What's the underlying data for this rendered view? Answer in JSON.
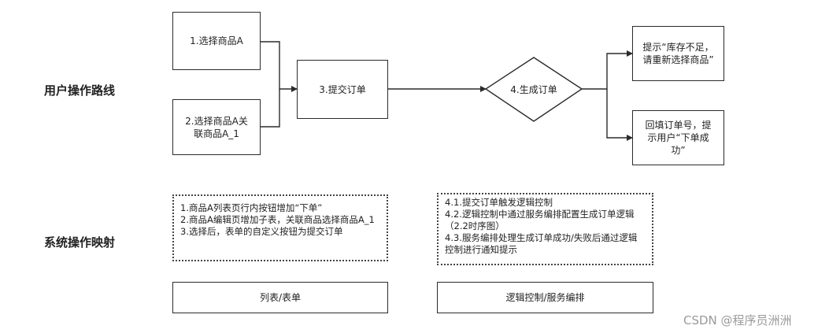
{
  "labels": {
    "user_route": "用户操作路线",
    "system_mapping": "系统操作映射"
  },
  "nodes": {
    "select_a": "1.选择商品A",
    "select_a_related": "2.选择商品A关联商品A_1",
    "submit_order": "3.提交订单",
    "generate_order": "4.生成订单",
    "out_of_stock": "提示“库存不足，请重新选择商品”",
    "fill_order_no": "回填订单号，提示用户“下单成功”"
  },
  "notes": {
    "list_form": [
      "1.商品A列表页行内按钮增加“下单”",
      "2.商品A编辑页增加子表，关联商品选择商品A_1",
      "3.选择后，表单的自定义按钮为提交订单"
    ],
    "logic": [
      "4.1.提交订单触发逻辑控制",
      "4.2.逻辑控制中通过服务编排配置生成订单逻辑（2.2时序图）",
      "4.3.服务编排处理生成订单成功/失败后通过逻辑控制进行通知提示"
    ]
  },
  "bottom": {
    "list_form": "列表/表单",
    "logic": "逻辑控制/服务编排"
  },
  "watermark": "CSDN @程序员洲洲"
}
